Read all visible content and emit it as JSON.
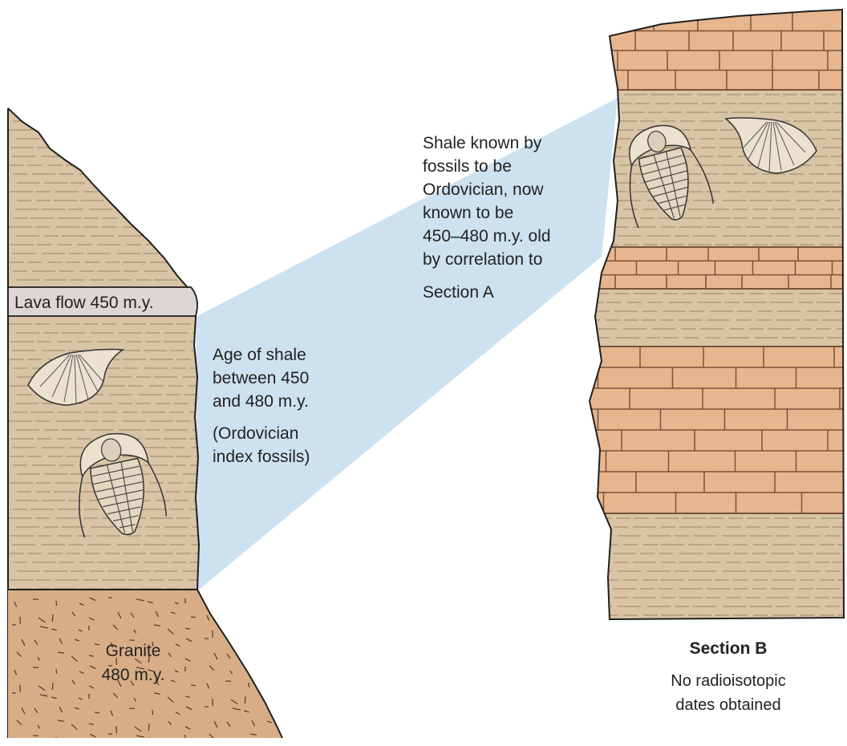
{
  "section_a": {
    "lava_label": "Lava flow 450 m.y.",
    "shale_age_lines": [
      "Age of shale",
      "between 450",
      "and 480 m.y.",
      "(Ordovician",
      "index fossils)"
    ],
    "granite_lines": [
      "Granite",
      "480 m.y."
    ]
  },
  "correlation_note": {
    "lines": [
      "Shale known by",
      "fossils to be",
      "Ordovician, now",
      "known to be",
      "450–480 m.y. old",
      "by correlation to",
      "Section A"
    ]
  },
  "section_b": {
    "title": "Section B",
    "subtitle_lines": [
      "No radioisotopic",
      "dates obtained"
    ]
  },
  "colors": {
    "shale": "#d9c4a6",
    "shale_lines": "#9c8566",
    "sandstone": "#e7b68e",
    "brick_lines": "#7a5238",
    "granite": "#d8ad86",
    "lava": "#dcd6d4",
    "beam": "#c9dfee",
    "outline": "#1f1f1f"
  },
  "icons": [
    "brachiopod-fossil-icon",
    "trilobite-fossil-icon"
  ]
}
